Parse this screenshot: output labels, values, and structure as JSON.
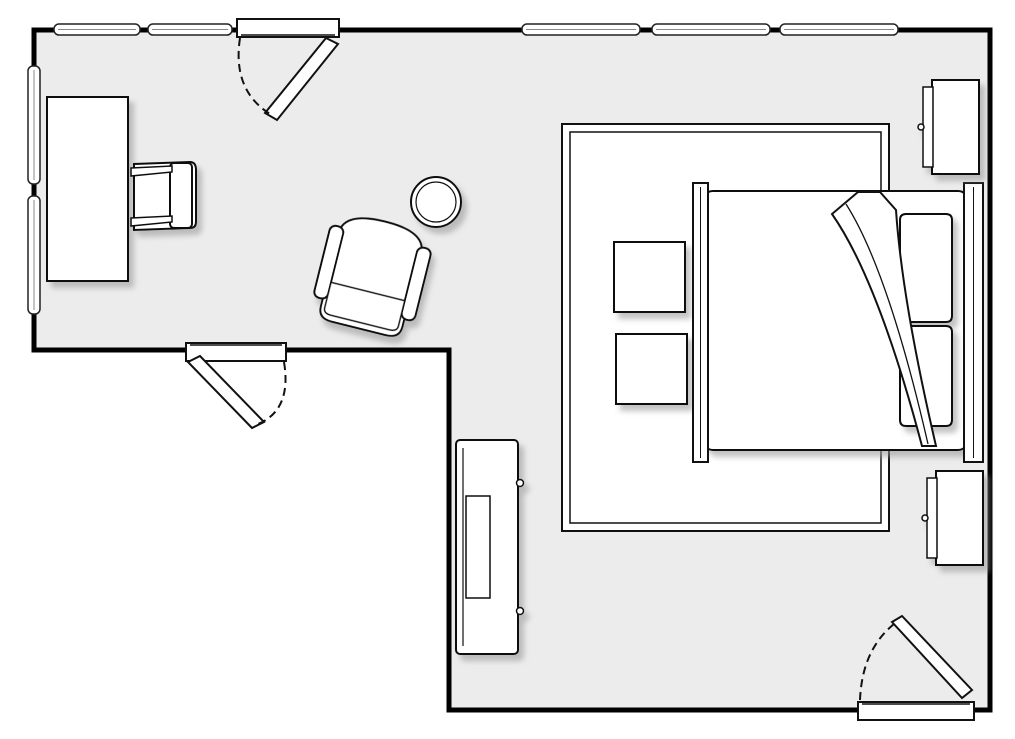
{
  "plan": {
    "room": "l-shaped-bedroom",
    "colors": {
      "floor": "#ececec",
      "wall": "#000000",
      "furniture_fill": "#ffffff",
      "outline": "#111111",
      "shadow": "#bdbdbd"
    },
    "windows": 7,
    "doors": 3
  }
}
